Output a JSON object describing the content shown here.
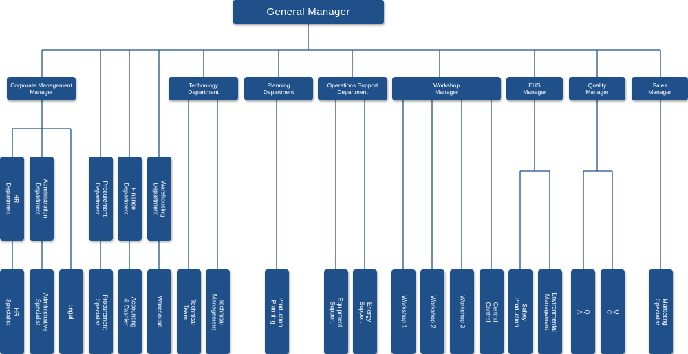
{
  "top": {
    "title": "General Manager"
  },
  "managers": {
    "corporate": "Corporate Management\nManager",
    "technology": "Technology\nDepartment",
    "planning": "Planning\nDepartment",
    "operations": "Operations Support\nDepartment",
    "workshop": "Workshop\nManager",
    "ehs": "EHS\nManager",
    "quality": "Quality\nManager",
    "sales": "Sales\nManager"
  },
  "departments": {
    "hr": "HR\nDepartment",
    "administration": "Administration\nDepartment",
    "procurement": "Procurement\nDepartment",
    "finance": "Finance\nDepartment",
    "warehousing": "Warehousing\nDepartment"
  },
  "staff": {
    "hr_specialist": "HR\nSpecialist",
    "administrative_specialist": "Administrative\nSpecialist",
    "legal": "Legal",
    "procurement_specialist": "Procurement\nSpecialist",
    "accounting_cashier": "Accounting\n& Cashier",
    "warehouse": "Warehouse",
    "technical_team": "Technical\nTeam",
    "technical_management": "Technical\nManagement",
    "production_planning": "Production\nPlanning",
    "equipment_support": "Equipment\nSupport",
    "energy_support": "Energy\nSupport",
    "workshop_1": "Workshop 1",
    "workshop_2": "Workshop 2",
    "workshop_3": "Workshop 3",
    "central_control": "Central\nControl",
    "safety_production": "Safety\nProduction",
    "environmental_management": "Environmental\nManagement",
    "qa": "Q\nA",
    "qc": "Q\nC",
    "marketing_specialist": "Marketing\nSpecialist"
  },
  "colors": {
    "box": "#1f5089",
    "line": "#1f5089",
    "text": "#ffffff"
  }
}
